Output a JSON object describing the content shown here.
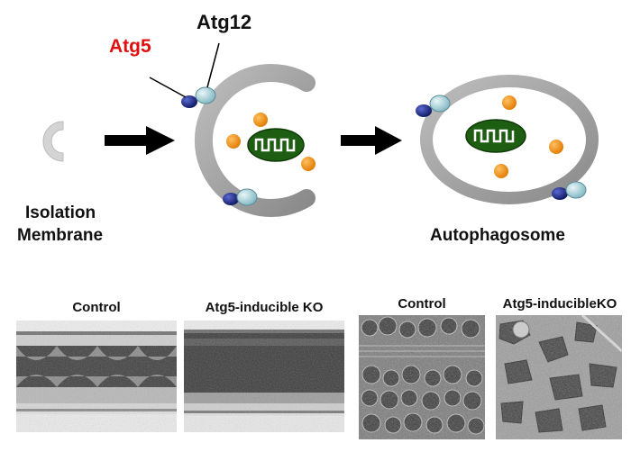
{
  "labels": {
    "atg5": "Atg5",
    "atg12": "Atg12",
    "isolation_line1": "Isolation",
    "isolation_line2": "Membrane",
    "autophagosome": "Autophagosome"
  },
  "panels": [
    {
      "title": "Control"
    },
    {
      "title": "Atg5-inducible KO"
    },
    {
      "title": "Control"
    },
    {
      "title": "Atg5-inducibleKO"
    }
  ],
  "colors": {
    "atg5_label": "#e01010",
    "atg5_protein": "#1f2a80",
    "atg12_protein": "#a8d4dc",
    "membrane": "#a0a0a0",
    "arrow": "#000000",
    "vesicle": "#f0900e",
    "mitochondrion": "#1e5e12",
    "mitochondrion_cristae": "#ffffff"
  }
}
